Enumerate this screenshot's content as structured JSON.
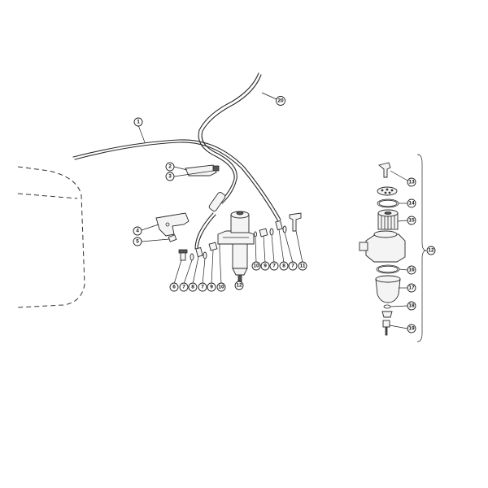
{
  "callouts": {
    "c1": "1",
    "c2": "2",
    "c3": "3",
    "c4": "4",
    "c5": "5",
    "c6": "6",
    "c7a": "7",
    "c8a": "8",
    "c7b": "7",
    "c9a": "9",
    "c10a": "10",
    "c12a": "12",
    "c10b": "10",
    "c9b": "9",
    "c7c": "7",
    "c8b": "8",
    "c7d": "7",
    "c11": "11",
    "c20": "20",
    "c13": "13",
    "c14": "14",
    "c15": "15",
    "c12b": "12",
    "c16": "16",
    "c17": "17",
    "c18": "18",
    "c19": "19"
  }
}
